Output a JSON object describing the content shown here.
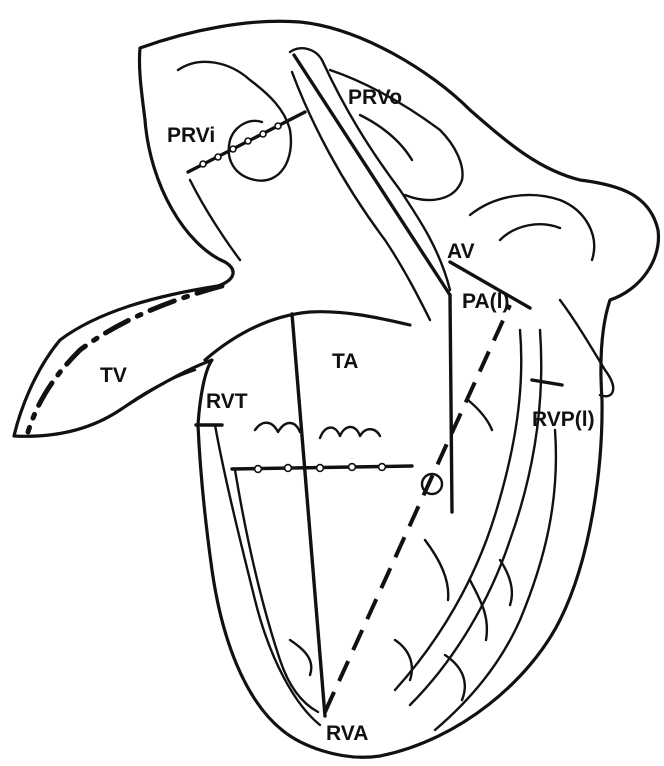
{
  "labels": {
    "prvi": "PRVi",
    "prvo": "PRVo",
    "av": "AV",
    "pa": "PA(l)",
    "tv": "TV",
    "ta": "TA",
    "rvt": "RVT",
    "rvp": "RVP(l)",
    "rva": "RVA"
  }
}
